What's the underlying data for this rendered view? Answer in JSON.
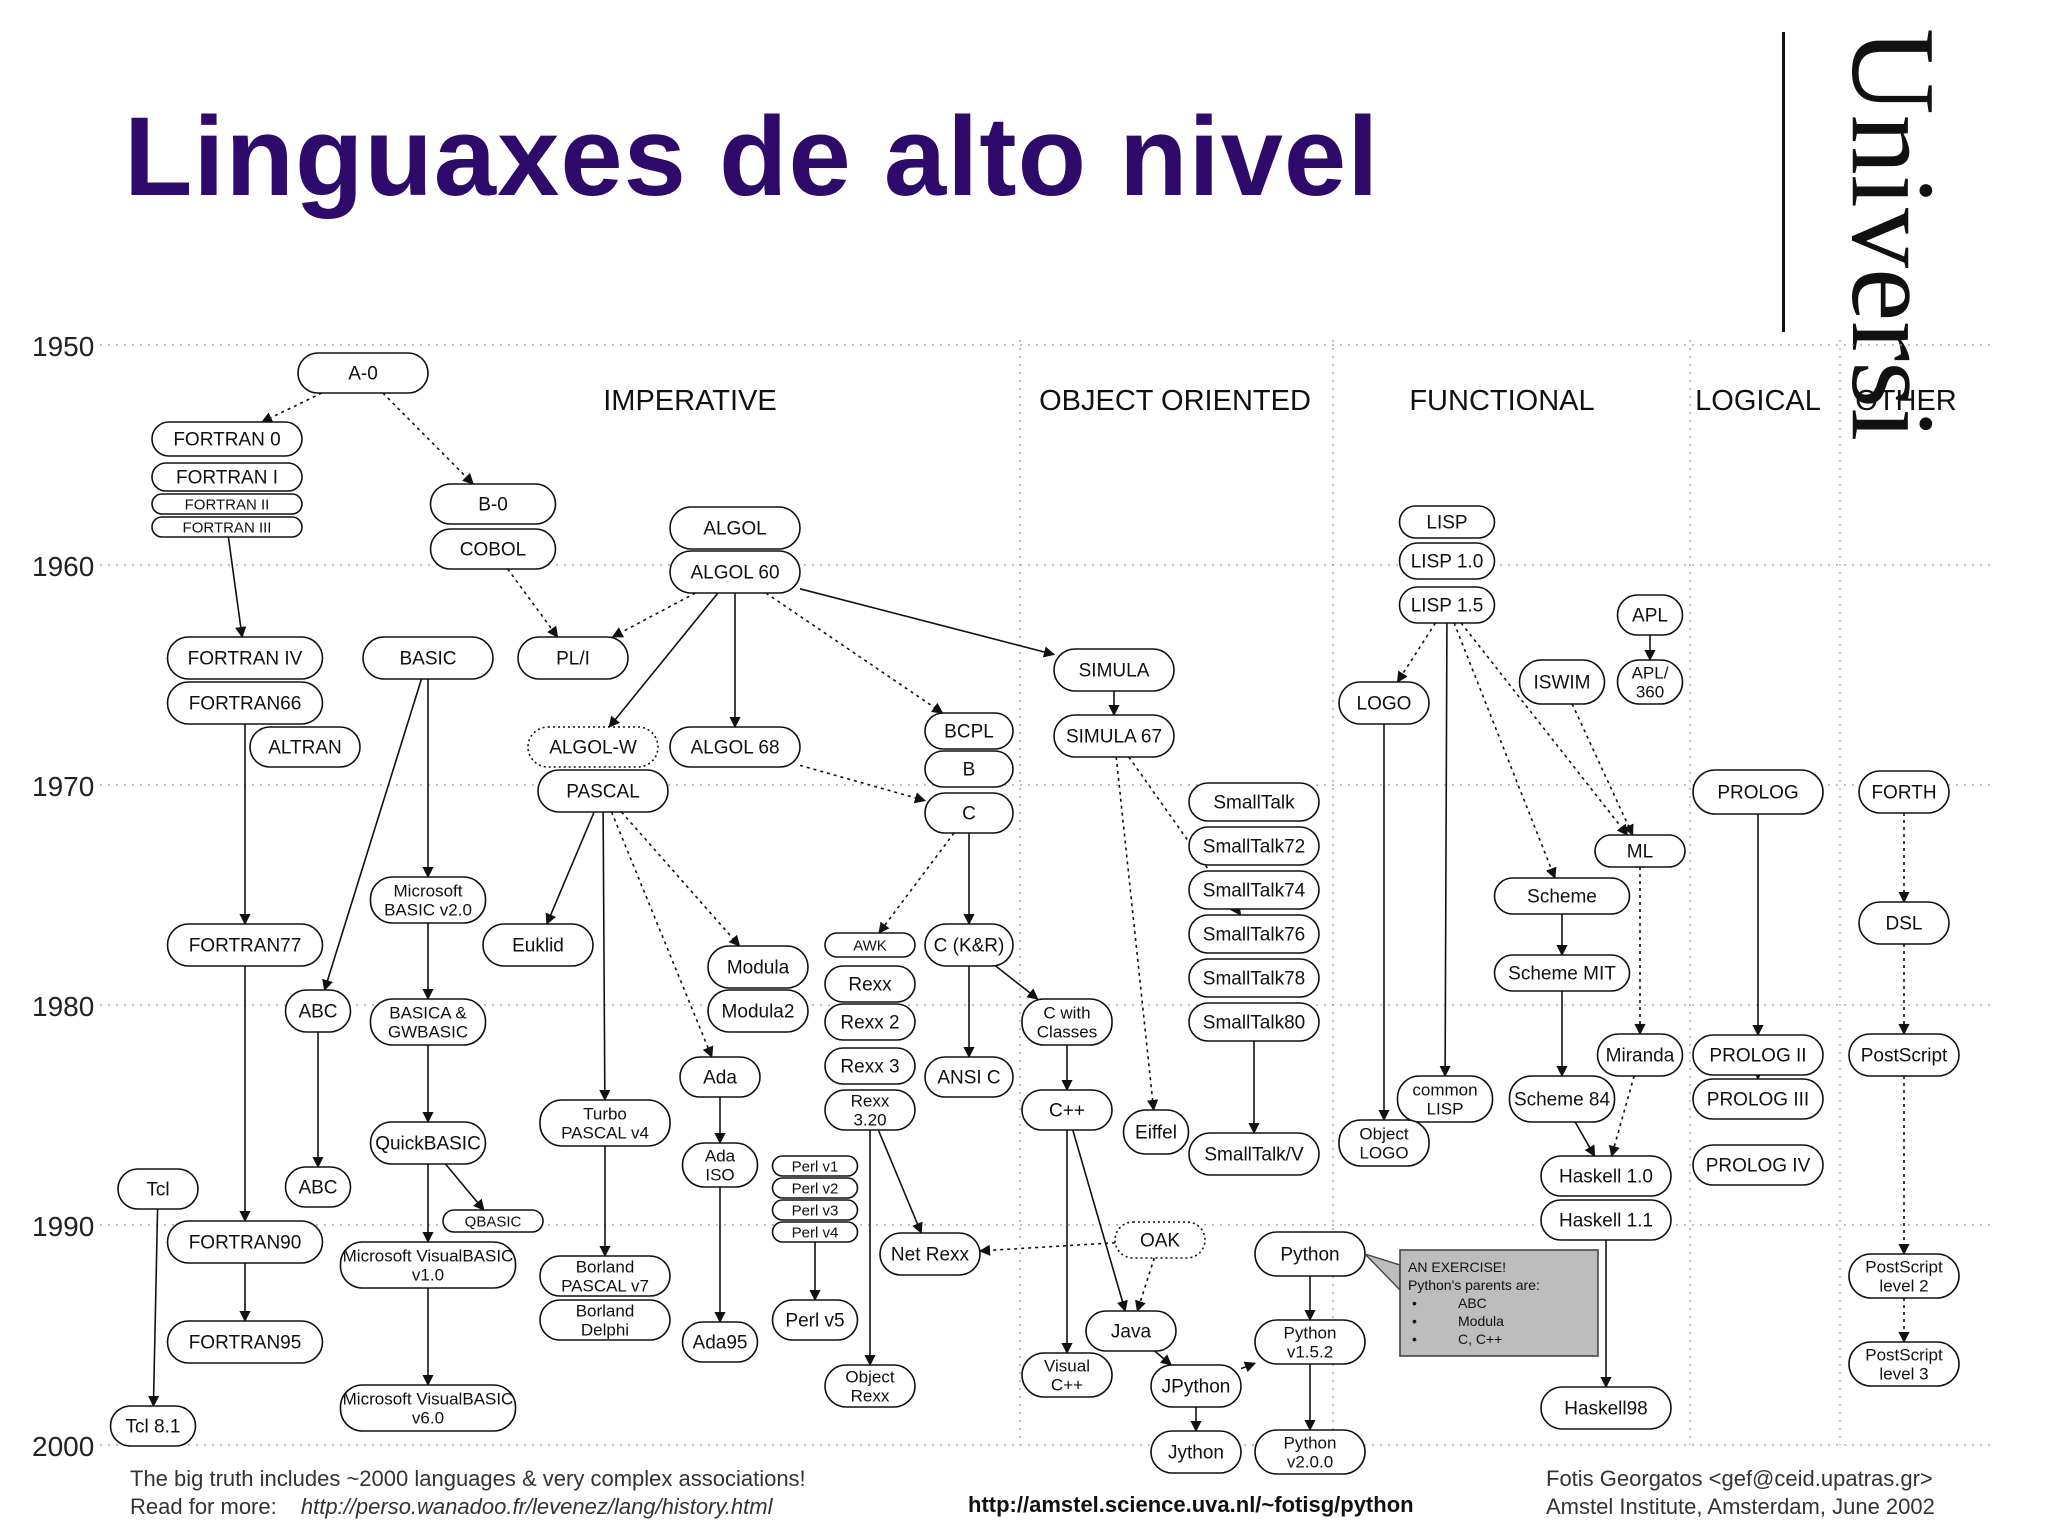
{
  "title": "Linguaxes de alto nivel",
  "brand": "Universi",
  "categories": [
    "IMPERATIVE",
    "OBJECT ORIENTED",
    "FUNCTIONAL",
    "LOGICAL",
    "OTHER"
  ],
  "years": [
    "1950",
    "1960",
    "1970",
    "1980",
    "1990",
    "2000"
  ],
  "nodes": {
    "a0": "A-0",
    "fortran0": "FORTRAN 0",
    "fortran1": "FORTRAN I",
    "fortran2": "FORTRAN II",
    "fortran3": "FORTRAN III",
    "b0": "B-0",
    "cobol": "COBOL",
    "algol": "ALGOL",
    "algol60": "ALGOL 60",
    "fortran4": "FORTRAN IV",
    "basic": "BASIC",
    "pli": "PL/I",
    "fortran66": "FORTRAN66",
    "altran": "ALTRAN",
    "algolw": "ALGOL-W",
    "algol68": "ALGOL 68",
    "pascal": "PASCAL",
    "bcpl": "BCPL",
    "b": "B",
    "c": "C",
    "msbasic2": "Microsoft BASIC v2.0",
    "fortran77": "FORTRAN77",
    "euklid": "Euklid",
    "modula": "Modula",
    "modula2": "Modula2",
    "awk": "AWK",
    "rexx": "Rexx",
    "ckr": "C (K&R)",
    "abc1": "ABC",
    "basica": "BASICA & GWBASIC",
    "rexx2": "Rexx 2",
    "ada": "Ada",
    "rexx3": "Rexx 3",
    "ansic": "ANSI C",
    "rexx320": "Rexx 3.20",
    "turbopascal": "Turbo PASCAL v4",
    "adaiso": "Ada ISO",
    "quickbasic": "QuickBASIC",
    "abc2": "ABC",
    "tcl": "Tcl",
    "qbasic": "QBASIC",
    "perl1": "Perl v1",
    "perl2": "Perl v2",
    "perl3": "Perl v3",
    "perl4": "Perl v4",
    "fortran90": "FORTRAN90",
    "msvb1": "Microsoft VisualBASIC v1.0",
    "netrexx": "Net Rexx",
    "borlandpascal": "Borland PASCAL v7",
    "delphi": "Borland Delphi",
    "fortran95": "FORTRAN95",
    "ada95": "Ada95",
    "perl5": "Perl v5",
    "objrexx": "Object Rexx",
    "msvb6": "Microsoft VisualBASIC v6.0",
    "tcl81": "Tcl 8.1",
    "simula": "SIMULA",
    "simula67": "SIMULA 67",
    "smalltalk": "SmallTalk",
    "smalltalk72": "SmallTalk72",
    "smalltalk74": "SmallTalk74",
    "smalltalk76": "SmallTalk76",
    "smalltalk78": "SmallTalk78",
    "smalltalk80": "SmallTalk80",
    "cwithclasses": "C with Classes",
    "cpp": "C++",
    "eiffel": "Eiffel",
    "smalltalkv": "SmallTalk/V",
    "oak": "OAK",
    "java": "Java",
    "visualcpp": "Visual C++",
    "jpython": "JPython",
    "jython": "Jython",
    "python": "Python",
    "python152": "Python v1.5.2",
    "python200": "Python v2.0.0",
    "lisp": "LISP",
    "lisp10": "LISP 1.0",
    "lisp15": "LISP 1.5",
    "apl": "APL",
    "apl360": "APL/ 360",
    "iswim": "ISWIM",
    "logo": "LOGO",
    "ml": "ML",
    "scheme": "Scheme",
    "schememit": "Scheme MIT",
    "miranda": "Miranda",
    "commonlisp": "common LISP",
    "scheme84": "Scheme 84",
    "objectlogo": "Object LOGO",
    "haskell10": "Haskell 1.0",
    "haskell11": "Haskell 1.1",
    "haskell98": "Haskell98",
    "prolog": "PROLOG",
    "prolog2": "PROLOG II",
    "prolog3": "PROLOG III",
    "prolog4": "PROLOG IV",
    "forth": "FORTH",
    "dsl": "DSL",
    "postscript": "PostScript",
    "postscript2": "PostScript level 2",
    "postscript3": "PostScript level 3"
  },
  "exercise": {
    "title": "AN EXERCISE!",
    "subtitle": "Python's parents are:",
    "items": [
      "ABC",
      "Modula",
      "C, C++"
    ]
  },
  "footer": {
    "note_line1": "The big truth includes ~2000 languages & very complex associations!",
    "note_line2_prefix": "Read for more:",
    "note_line2_url": "http://perso.wanadoo.fr/levenez/lang/history.html",
    "center_url": "http://amstel.science.uva.nl/~fotisg/python",
    "credit_line1": "Fotis Georgatos <gef@ceid.upatras.gr>",
    "credit_line2": "Amstel Institute, Amsterdam, June 2002"
  }
}
